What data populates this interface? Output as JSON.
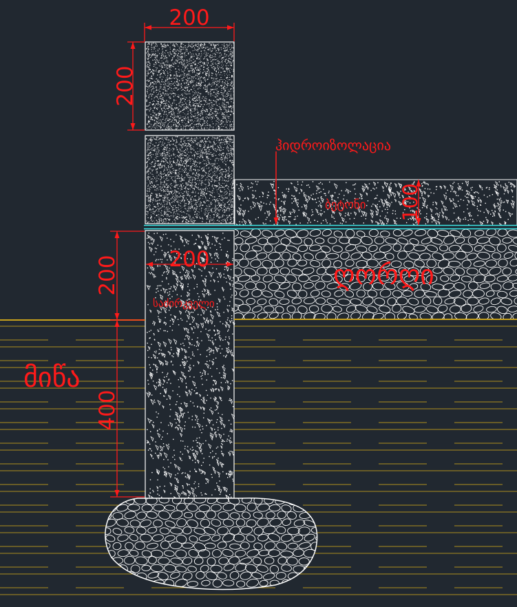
{
  "colors": {
    "background": "#212830",
    "outline": "#ffffff",
    "dimension": "#ff1a1a",
    "waterproofing": "#3ee6e6",
    "soil_line": "#c8a21c",
    "ground_level": "#c8a21c"
  },
  "dimensions": {
    "block_width": "200",
    "block_height": "200",
    "slab_thickness": "100",
    "foundation_width": "200",
    "foundation_above_ground": "200",
    "foundation_below_ground": "400"
  },
  "labels": {
    "waterproofing": "ჰიდროიზოლაცია",
    "concrete_slab": "ბეტონი",
    "gravel": "ღორღი",
    "foundation": "საძირკველი",
    "soil": "მიწა"
  }
}
